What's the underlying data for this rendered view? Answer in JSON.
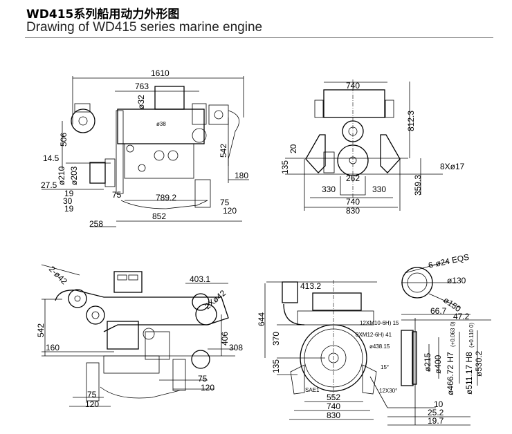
{
  "header": {
    "title_cn": "WD415系列船用动力外形图",
    "title_en": "Drawing of WD415 series marine engine"
  },
  "side_view_top": {
    "overall_length": "1610",
    "top_length": "763",
    "dia_32": "ø32",
    "dia_38": "ø38",
    "height_506": "506",
    "height_542": "542",
    "offset_14_5": "14.5",
    "offset_27_5": "27.5",
    "dia_210": "ø210",
    "dia_203": "ø203",
    "dim_180": "180",
    "dim_19a": "19",
    "dim_30": "30",
    "dim_19b": "19",
    "dim_75a": "75",
    "dim_789_2": "789.2",
    "dim_75b": "75",
    "dim_120": "120",
    "dim_852": "852",
    "dim_258": "258"
  },
  "end_view_top": {
    "width_740_top": "740",
    "height_812_3": "812.3",
    "dim_20": "20",
    "dim_135": "135",
    "holes": "8Xø17",
    "dim_262": "262",
    "dim_330_left": "330",
    "dim_330_right": "330",
    "dim_359_3": "359.3",
    "width_740": "740",
    "width_830": "830"
  },
  "side_view_bottom": {
    "holes_left": "2-ø42",
    "dim_403_1": "403.1",
    "holes_right": "2Xø42",
    "height_542": "542",
    "dim_160": "160",
    "dim_406": "406",
    "dim_308": "308",
    "dim_75_right": "75",
    "dim_120_right": "120",
    "dim_75_left": "75",
    "dim_120_left": "120"
  },
  "flywheel_view": {
    "dim_413_2": "413.2",
    "height_644": "644",
    "dim_370": "370",
    "dim_135": "135",
    "thread_1": "12XM10-6H) 15",
    "thread_2": "8XM12-6H) 41",
    "dia_438_15": "ø438.15",
    "angle_15": "15°",
    "angle_12x30": "12X30°",
    "sae": "SAE1",
    "dim_552": "552",
    "dim_740": "740",
    "dim_830": "830"
  },
  "flange_detail": {
    "holes": "6-ø24 EQS",
    "dia_130": "ø130",
    "dia_150": "ø150",
    "dim_66_7": "66.7",
    "dim_47_2": "47.2",
    "dia_215": "ø215",
    "dia_400": "ø400",
    "dia_466_72": "ø466.72 H7",
    "tol_h7": "(+0.063 0)",
    "dia_511_17": "ø511.17 H8",
    "tol_h8": "(+0.110 0)",
    "dia_530_2": "ø530.2",
    "dim_10": "10",
    "dim_25_2": "25.2",
    "dim_19_7": "19.7"
  }
}
